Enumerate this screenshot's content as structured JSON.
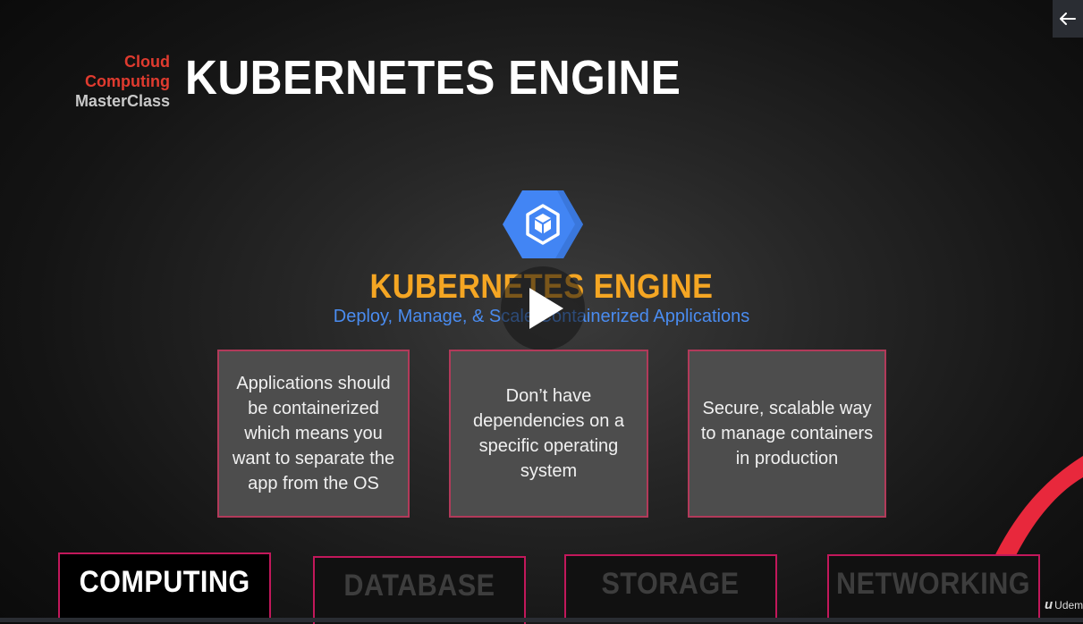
{
  "brand": {
    "line1": "Cloud Computing",
    "line2": "MasterClass"
  },
  "slide": {
    "title": "KUBERNETES ENGINE",
    "product_title": "KUBERNETES ENGINE",
    "product_subtitle": "Deploy, Manage, & Scale Containerized Applications"
  },
  "cards": [
    {
      "lines": [
        "Applications should",
        "be containerized",
        "which means you",
        "want to separate the",
        "app from the OS"
      ]
    },
    {
      "lines": [
        "Don’t have",
        "dependencies on a",
        "specific operating",
        "system"
      ]
    },
    {
      "lines": [
        "Secure, scalable way",
        "to manage containers",
        "in production"
      ]
    }
  ],
  "nav_tabs": [
    {
      "label": "COMPUTING",
      "active": true
    },
    {
      "label": "DATABASE",
      "active": false
    },
    {
      "label": "STORAGE",
      "active": false
    },
    {
      "label": "NETWORKING",
      "active": false
    }
  ],
  "watermark": {
    "mark": "u",
    "text": "Udem"
  },
  "icons": {
    "back": "arrow-left-icon",
    "play": "play-icon",
    "logo": "kubernetes-engine-hexagon-icon"
  },
  "colors": {
    "brand_red": "#e03b2f",
    "title_orange": "#f5a623",
    "subtitle_blue": "#4a8cf0",
    "card_border": "#b23a5a",
    "tab_border": "#c2185b",
    "logo_blue": "#4285f4",
    "swoosh_red": "#e8283c"
  }
}
